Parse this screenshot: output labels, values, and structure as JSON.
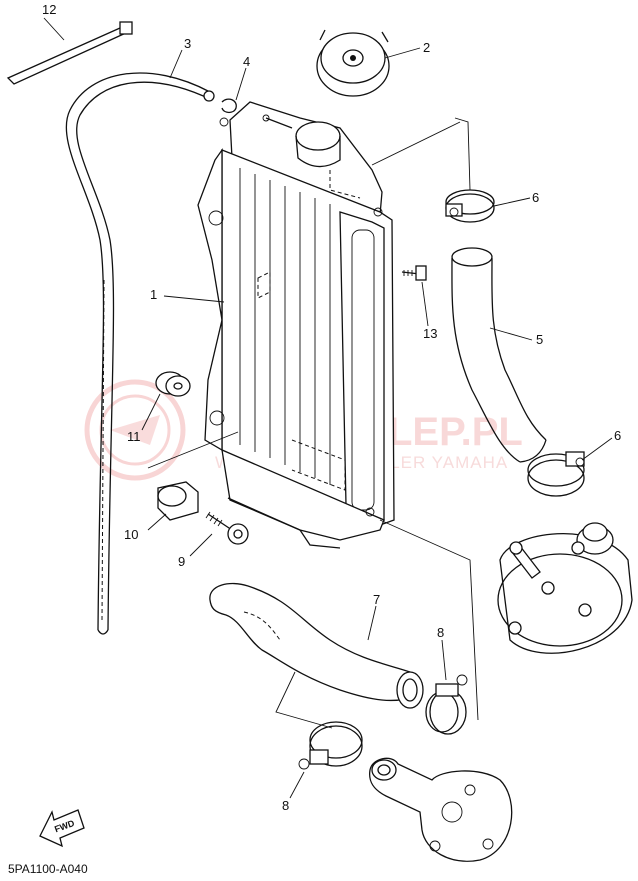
{
  "diagram_code": "5PA1100-A040",
  "fwd_label": "FWD",
  "watermark": {
    "main": "YAMA-SKLEP.PL",
    "sub": "WWW.YAMAHA DEALER YAMAHA"
  },
  "callouts": [
    "12",
    "3",
    "4",
    "2",
    "6",
    "1",
    "13",
    "5",
    "11",
    "6",
    "10",
    "9",
    "7",
    "8",
    "8"
  ]
}
